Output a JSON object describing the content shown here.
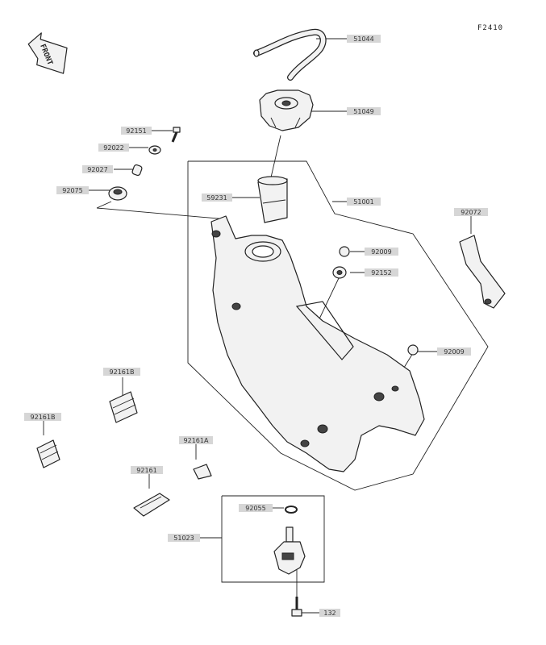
{
  "figure_code": "F2410",
  "front_label": "FRONT",
  "callouts": [
    {
      "id": "51044",
      "label": "51044"
    },
    {
      "id": "51049",
      "label": "51049"
    },
    {
      "id": "92151",
      "label": "92151"
    },
    {
      "id": "92022",
      "label": "92022"
    },
    {
      "id": "92027",
      "label": "92027"
    },
    {
      "id": "92075",
      "label": "92075"
    },
    {
      "id": "59231",
      "label": "59231"
    },
    {
      "id": "51001",
      "label": "51001"
    },
    {
      "id": "92072",
      "label": "92072"
    },
    {
      "id": "92009a",
      "label": "92009"
    },
    {
      "id": "92152",
      "label": "92152"
    },
    {
      "id": "92009b",
      "label": "92009"
    },
    {
      "id": "92161Ba",
      "label": "92161B"
    },
    {
      "id": "92161Bb",
      "label": "92161B"
    },
    {
      "id": "92161A",
      "label": "92161A"
    },
    {
      "id": "92161",
      "label": "92161"
    },
    {
      "id": "92055",
      "label": "92055"
    },
    {
      "id": "51023",
      "label": "51023"
    },
    {
      "id": "132",
      "label": "132"
    }
  ]
}
